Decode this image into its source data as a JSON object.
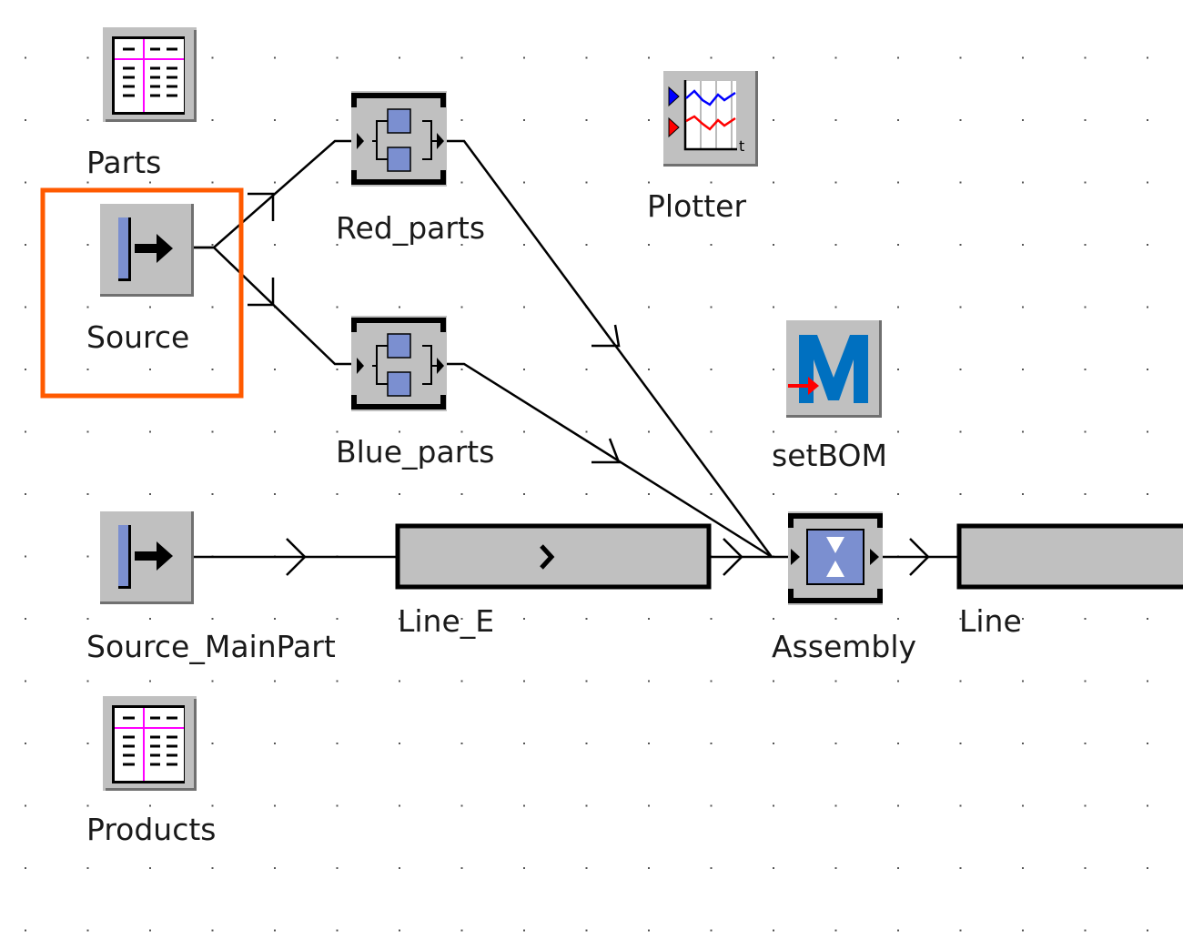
{
  "objects": {
    "parts": {
      "label": "Parts",
      "icon": "table-icon"
    },
    "source": {
      "label": "Source",
      "icon": "source-icon",
      "selected": true
    },
    "red_parts": {
      "label": "Red_parts",
      "icon": "parallel-station-icon"
    },
    "blue_parts": {
      "label": "Blue_parts",
      "icon": "parallel-station-icon"
    },
    "plotter": {
      "label": "Plotter",
      "icon": "plotter-icon"
    },
    "setbom": {
      "label": "setBOM",
      "icon": "method-icon"
    },
    "source_mainpart": {
      "label": "Source_MainPart",
      "icon": "source-icon"
    },
    "line_e": {
      "label": "Line_E",
      "icon": "conveyor-line"
    },
    "assembly": {
      "label": "Assembly",
      "icon": "assembly-station-icon"
    },
    "line": {
      "label": "Line",
      "icon": "conveyor-line"
    },
    "products": {
      "label": "Products",
      "icon": "table-icon"
    }
  },
  "colors": {
    "selection": "#ff5a00",
    "icon_face": "#c0c0c0",
    "part_blue": "#7b8fd0",
    "table_magenta": "#ff00ff",
    "method_blue": "#0070c0"
  }
}
